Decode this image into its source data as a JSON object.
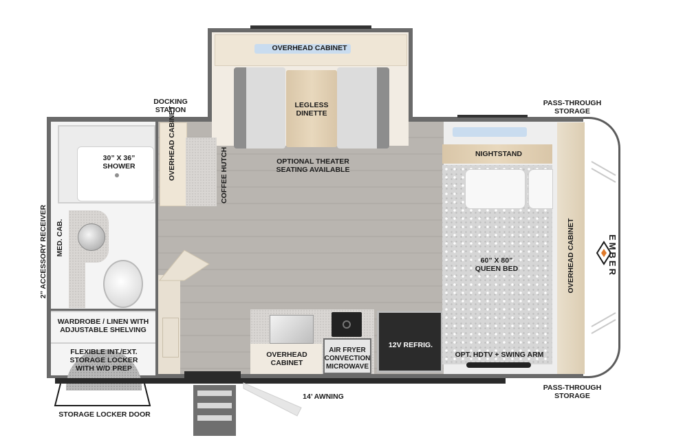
{
  "labels": {
    "overhead_cabinet_top": "OVERHEAD CABINET",
    "legless_dinette": "LEGLESS\nDINETTE",
    "docking_station": "DOCKING\nSTATION",
    "pass_through_storage_top": "PASS-THROUGH\nSTORAGE",
    "shower": "30” X 36”\nSHOWER",
    "overhead_cabinet_bath": "OVERHEAD\nCABINET",
    "coffee_hutch": "COFFEE HUTCH",
    "optional_theater": "OPTIONAL THEATER\nSEATING AVAILABLE",
    "nightstand": "NIGHTSTAND",
    "accessory_receiver": "2” ACCESSORY RECEIVER",
    "med_cab": "MED. CAB.",
    "queen_bed": "60” X 80”\nQUEEN BED",
    "overhead_cabinet_right": "OVERHEAD CABINET",
    "wardrobe": "WARDROBE / LINEN WITH\nADJUSTABLE SHELVING",
    "storage_locker": "FLEXIBLE INT./EXT.\nSTORAGE LOCKER\nWITH W/D PREP",
    "overhead_cabinet_kitchen": "OVERHEAD\nCABINET",
    "air_fryer": "AIR FRYER\nCONVECTION\nMICROWAVE",
    "refrigerator": "12V REFRIG.",
    "hdtv": "OPT. HDTV + SWING ARM",
    "pass_through_storage_bottom": "PASS-THROUGH\nSTORAGE",
    "awning": "14’ AWNING",
    "storage_locker_door": "STORAGE LOCKER DOOR",
    "brand_logo": "EMBER"
  },
  "colors": {
    "floor": "#b9b5b0",
    "wall": "#5b5b5b",
    "cabinet": "#efe6d6",
    "wood": "#d9c6a8",
    "cushion": "#c9c9c9",
    "refrigerator": "#2b2b2b"
  }
}
